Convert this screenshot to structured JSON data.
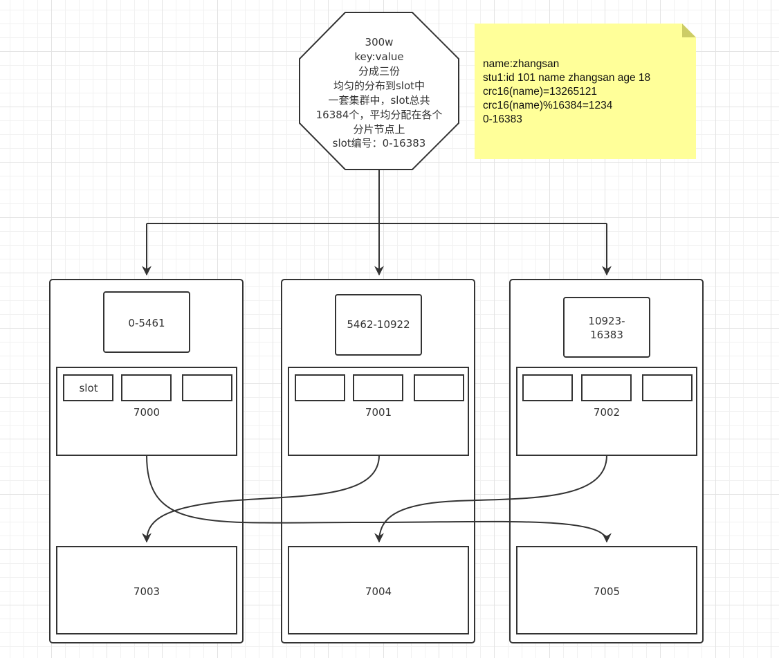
{
  "octagon": {
    "lines": [
      "300w",
      "key:value",
      "分成三份",
      "均匀的分布到slot中",
      "一套集群中，slot总共",
      "16384个，平均分配在各个",
      "分片节点上",
      "slot编号：0-16383"
    ]
  },
  "note": {
    "lines": [
      "name:zhangsan",
      "stu1:id 101 name zhangsan age 18",
      "crc16(name)=13265121",
      "crc16(name)%16384=1234",
      "0-16383"
    ]
  },
  "nodes": [
    {
      "range_lines": [
        "0-5461"
      ],
      "master": "7000",
      "slot_label": "slot",
      "replica": "7003"
    },
    {
      "range_lines": [
        "5462-10922"
      ],
      "master": "7001",
      "slot_label": "",
      "replica": "7004"
    },
    {
      "range_lines": [
        "10923-",
        "16383"
      ],
      "master": "7002",
      "slot_label": "",
      "replica": "7005"
    }
  ],
  "colors": {
    "stroke": "#333333",
    "note_fill": "#ffff99",
    "note_fold": "#cccc66",
    "grid": "#e3e3e3"
  }
}
